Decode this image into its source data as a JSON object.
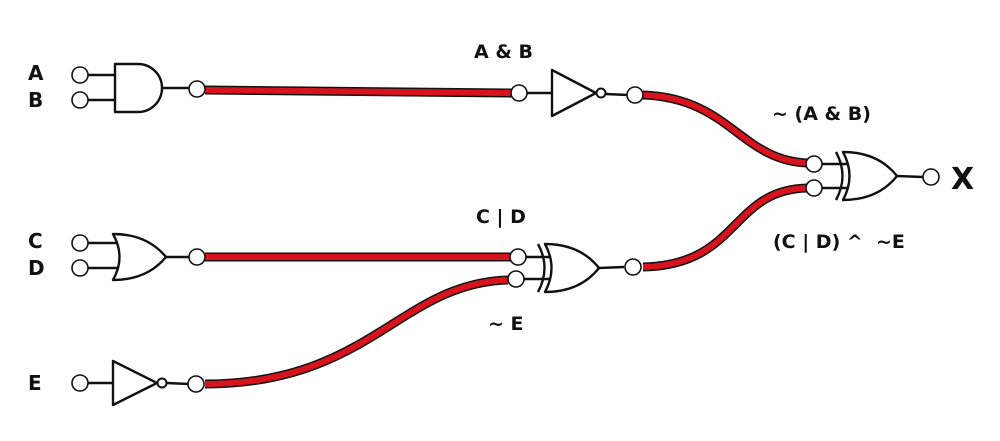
{
  "inputs": {
    "a": "A",
    "b": "B",
    "c": "C",
    "d": "D",
    "e": "E"
  },
  "output": {
    "x": "X"
  },
  "expressions": {
    "and_ab": "A & B",
    "not_and_ab": "~ (A & B)",
    "or_cd": "C | D",
    "not_e": "~ E",
    "xor_cd_e": "(C | D) ^  ~E"
  },
  "colors": {
    "wire": "#d7141e",
    "outline": "#111111"
  }
}
